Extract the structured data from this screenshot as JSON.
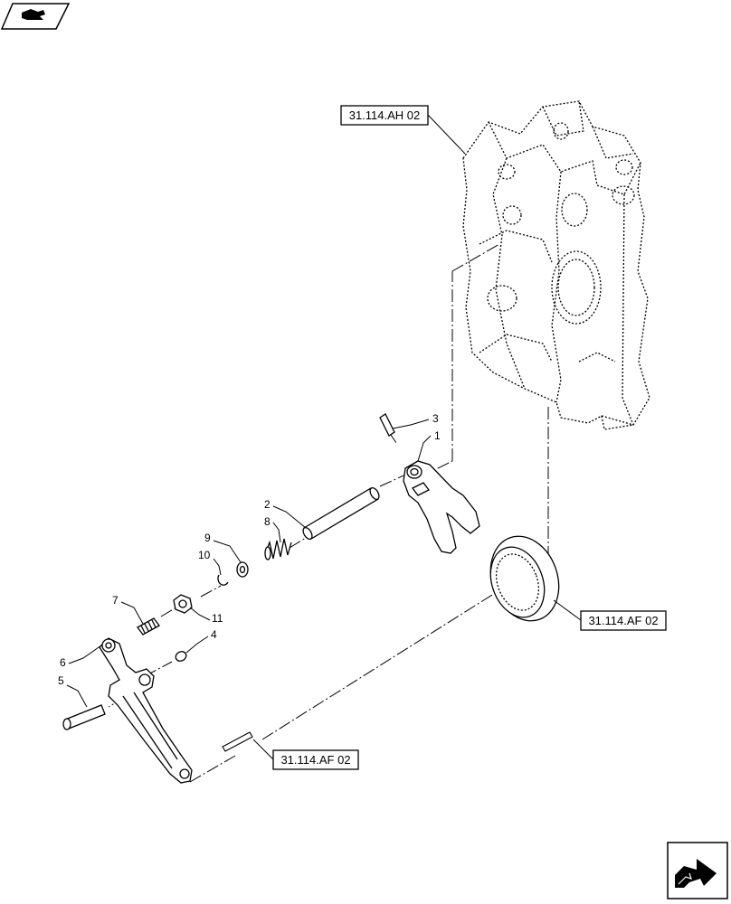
{
  "icons": {
    "top_left": "book-navigation-icon",
    "bottom_right": "previous-page-arrow-icon"
  },
  "references": {
    "housing": "31.114.AH 02",
    "ring": "31.114.AF 02",
    "lever": "31.114.AF 02"
  },
  "callouts": {
    "c1": "1",
    "c2": "2",
    "c3": "3",
    "c4": "4",
    "c5": "5",
    "c6": "6",
    "c7": "7",
    "c8": "8",
    "c9": "9",
    "c10": "10",
    "c11": "11"
  },
  "colors": {
    "line": "#000000",
    "background": "#ffffff"
  }
}
